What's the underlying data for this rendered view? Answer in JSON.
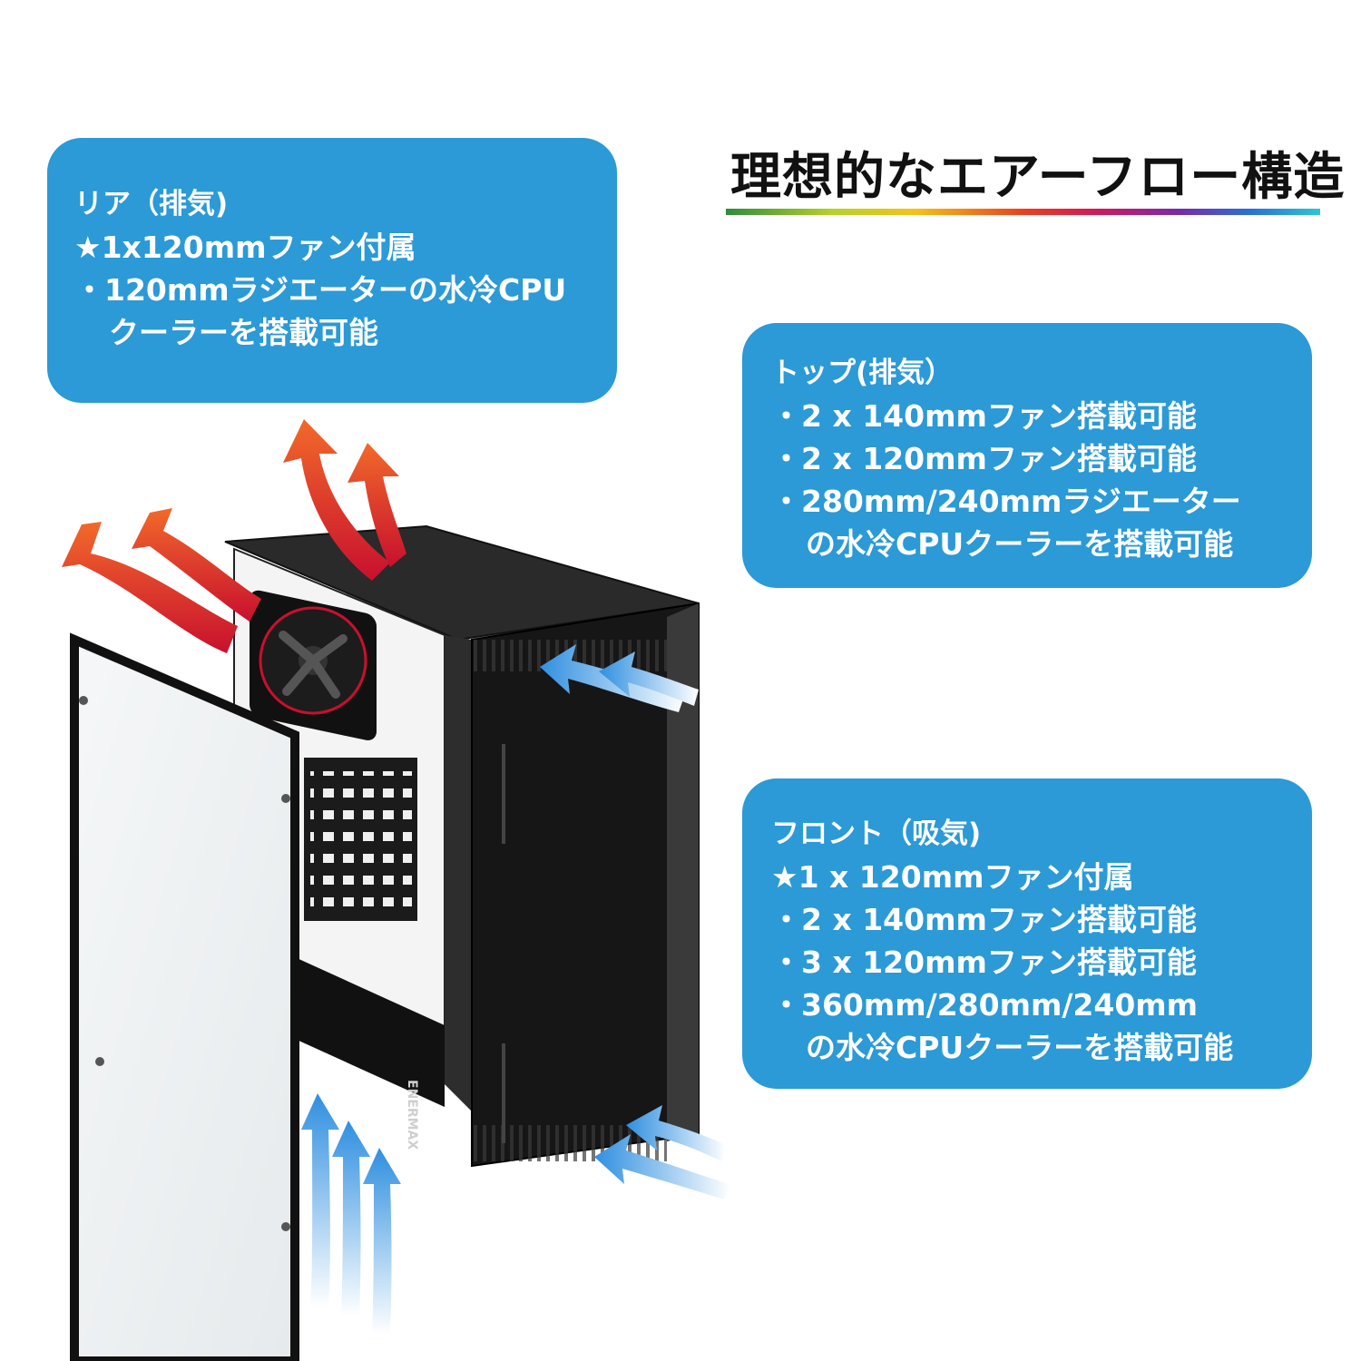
{
  "title": "理想的なエアーフロー構造",
  "rear": {
    "heading": "リア（排気)",
    "lines": [
      "★1x120mmファン付属",
      "・120mmラジエーターの水冷CPU",
      "クーラーを搭載可能"
    ]
  },
  "top": {
    "heading": "トップ(排気）",
    "lines": [
      "・2 x 140mmファン搭載可能",
      "・2 x 120mmファン搭載可能",
      "・280mm/240mmラジエーター",
      "の水冷CPUクーラーを搭載可能"
    ]
  },
  "front": {
    "heading": "フロント（吸気)",
    "lines": [
      "★1 x 120mmファン付属",
      "・2 x 140mmファン搭載可能",
      "・3 x 120mmファン搭載可能",
      "・360mm/280mm/240mm",
      "の水冷CPUクーラーを搭載可能"
    ]
  },
  "brand_logo_text": "ENERMAX",
  "colors": {
    "callout_blue": "#2b9ad6",
    "exhaust_arrow": "#e0402a",
    "intake_arrow": "#3a9be0",
    "case_body": "#1a1a1a"
  }
}
